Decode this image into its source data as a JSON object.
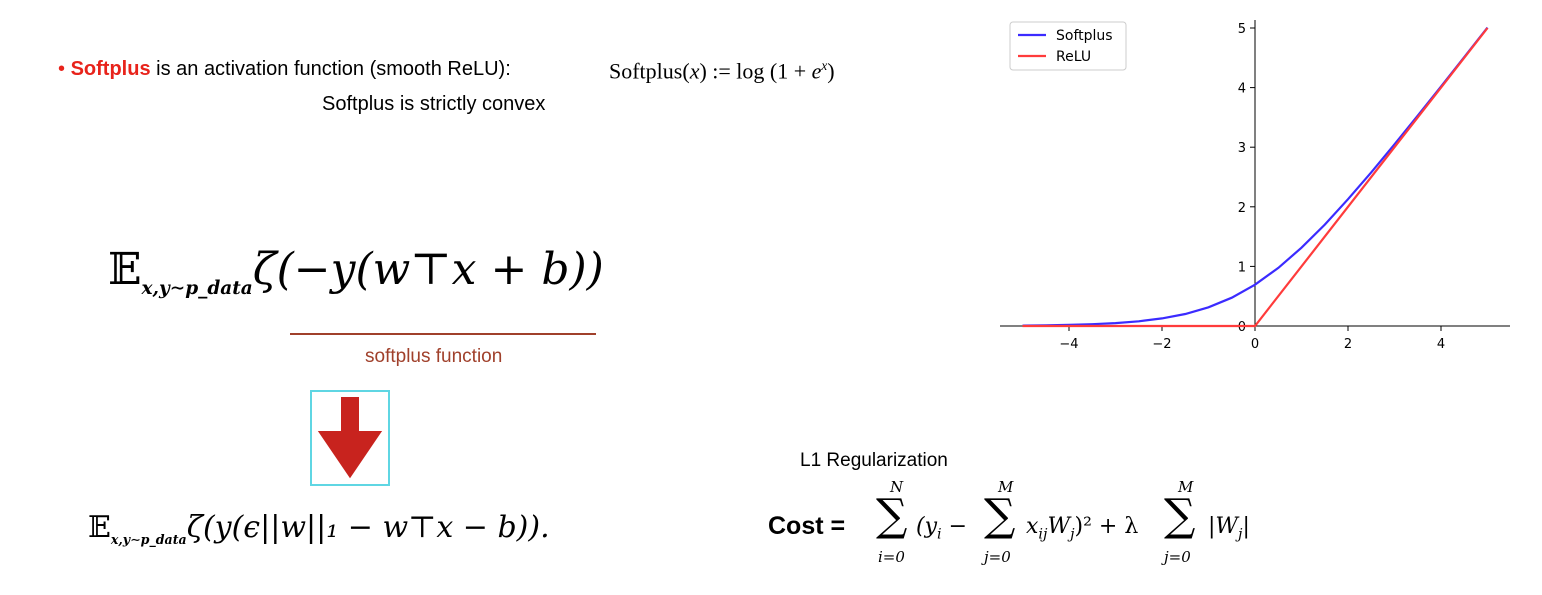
{
  "bullet": {
    "marker": "•",
    "highlight": "Softplus",
    "rest": " is an activation function (smooth ReLU):",
    "sub": "Softplus is strictly convex"
  },
  "softplus_definition": {
    "name": "Softplus",
    "arg": "x",
    "assign": " := log (1 + ",
    "base": "e",
    "exp": "x",
    "close": ")"
  },
  "expectation_top": {
    "symbol": "𝔼",
    "sub": "x,y∼p_data",
    "body": "ζ(−y(w⊤x + b))"
  },
  "underline_label": "softplus function",
  "expectation_bottom": {
    "symbol": "𝔼",
    "sub": "x,y∼p_data",
    "body": "ζ(y(ϵ||w||₁ − w⊤x − b))."
  },
  "l1": {
    "title": "L1 Regularization",
    "cost_label": "Cost  =",
    "sum1_top": "N",
    "sum1_bottom": "i=0",
    "sum2_top": "M",
    "sum2_bottom": "j=0",
    "sum3_top": "M",
    "sum3_bottom": "j=0",
    "term1": "(y",
    "term1_sub": "i",
    "term1_minus": " −",
    "term2": "x",
    "term2_sub": "ij",
    "term2_tail": "W",
    "term2_tail_sub": "j",
    "term2_close": ")² + λ",
    "term3": "|W",
    "term3_sub": "j",
    "term3_close": "|"
  },
  "colors": {
    "softplus": "#3b2bff",
    "relu": "#ff3b3b",
    "highlight": "#e8231b",
    "label": "#a0402b",
    "arrow": "#c8231e",
    "arrow_border": "#5fd6e3"
  },
  "chart_data": {
    "type": "line",
    "xlim": [
      -5.4,
      5.6
    ],
    "ylim": [
      0,
      5.2
    ],
    "x_ticks": [
      -4,
      -2,
      0,
      2,
      4
    ],
    "y_ticks": [
      0,
      1,
      2,
      3,
      4,
      5
    ],
    "legend": "top-left",
    "grid": false,
    "series": [
      {
        "name": "Softplus",
        "color": "#3b2bff",
        "x": [
          -5,
          -4.5,
          -4,
          -3.5,
          -3,
          -2.5,
          -2,
          -1.5,
          -1,
          -0.5,
          0,
          0.5,
          1,
          1.5,
          2,
          2.5,
          3,
          3.5,
          4,
          4.5,
          5
        ],
        "y": [
          0.0067,
          0.011,
          0.018,
          0.0298,
          0.0486,
          0.0789,
          0.1269,
          0.2014,
          0.3133,
          0.4741,
          0.6931,
          0.9741,
          1.3133,
          1.7014,
          2.1269,
          2.5789,
          3.0486,
          3.5298,
          4.018,
          4.511,
          5.0067
        ]
      },
      {
        "name": "ReLU",
        "color": "#ff3b3b",
        "x": [
          -5,
          0,
          5
        ],
        "y": [
          0,
          0,
          5
        ]
      }
    ]
  }
}
